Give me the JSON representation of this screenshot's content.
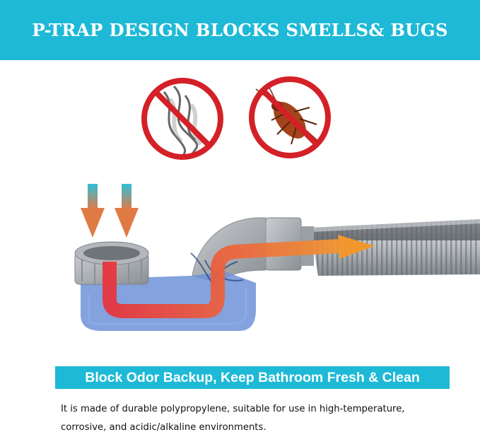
{
  "banner": {
    "title": "P-TRAP DESIGN BLOCKS SMELLS& BUGS"
  },
  "icons": [
    "no-smell-icon",
    "no-bugs-icon",
    "down-arrow-icon",
    "flow-arrow-icon"
  ],
  "colors": {
    "banner": "#1db9d6",
    "prohibition": "#d42027",
    "water": "#6b8fd6",
    "flow_hot": "#e83a30",
    "flow_warm": "#f08a3a",
    "pipe": "#9aa0a6"
  },
  "subtitle": {
    "text": "Block Odor Backup, Keep Bathroom Fresh & Clean"
  },
  "description": {
    "line1": "It is made of durable polypropylene, suitable for use in high-temperature,",
    "line2": "corrosive, and acidic/alkaline environments."
  }
}
